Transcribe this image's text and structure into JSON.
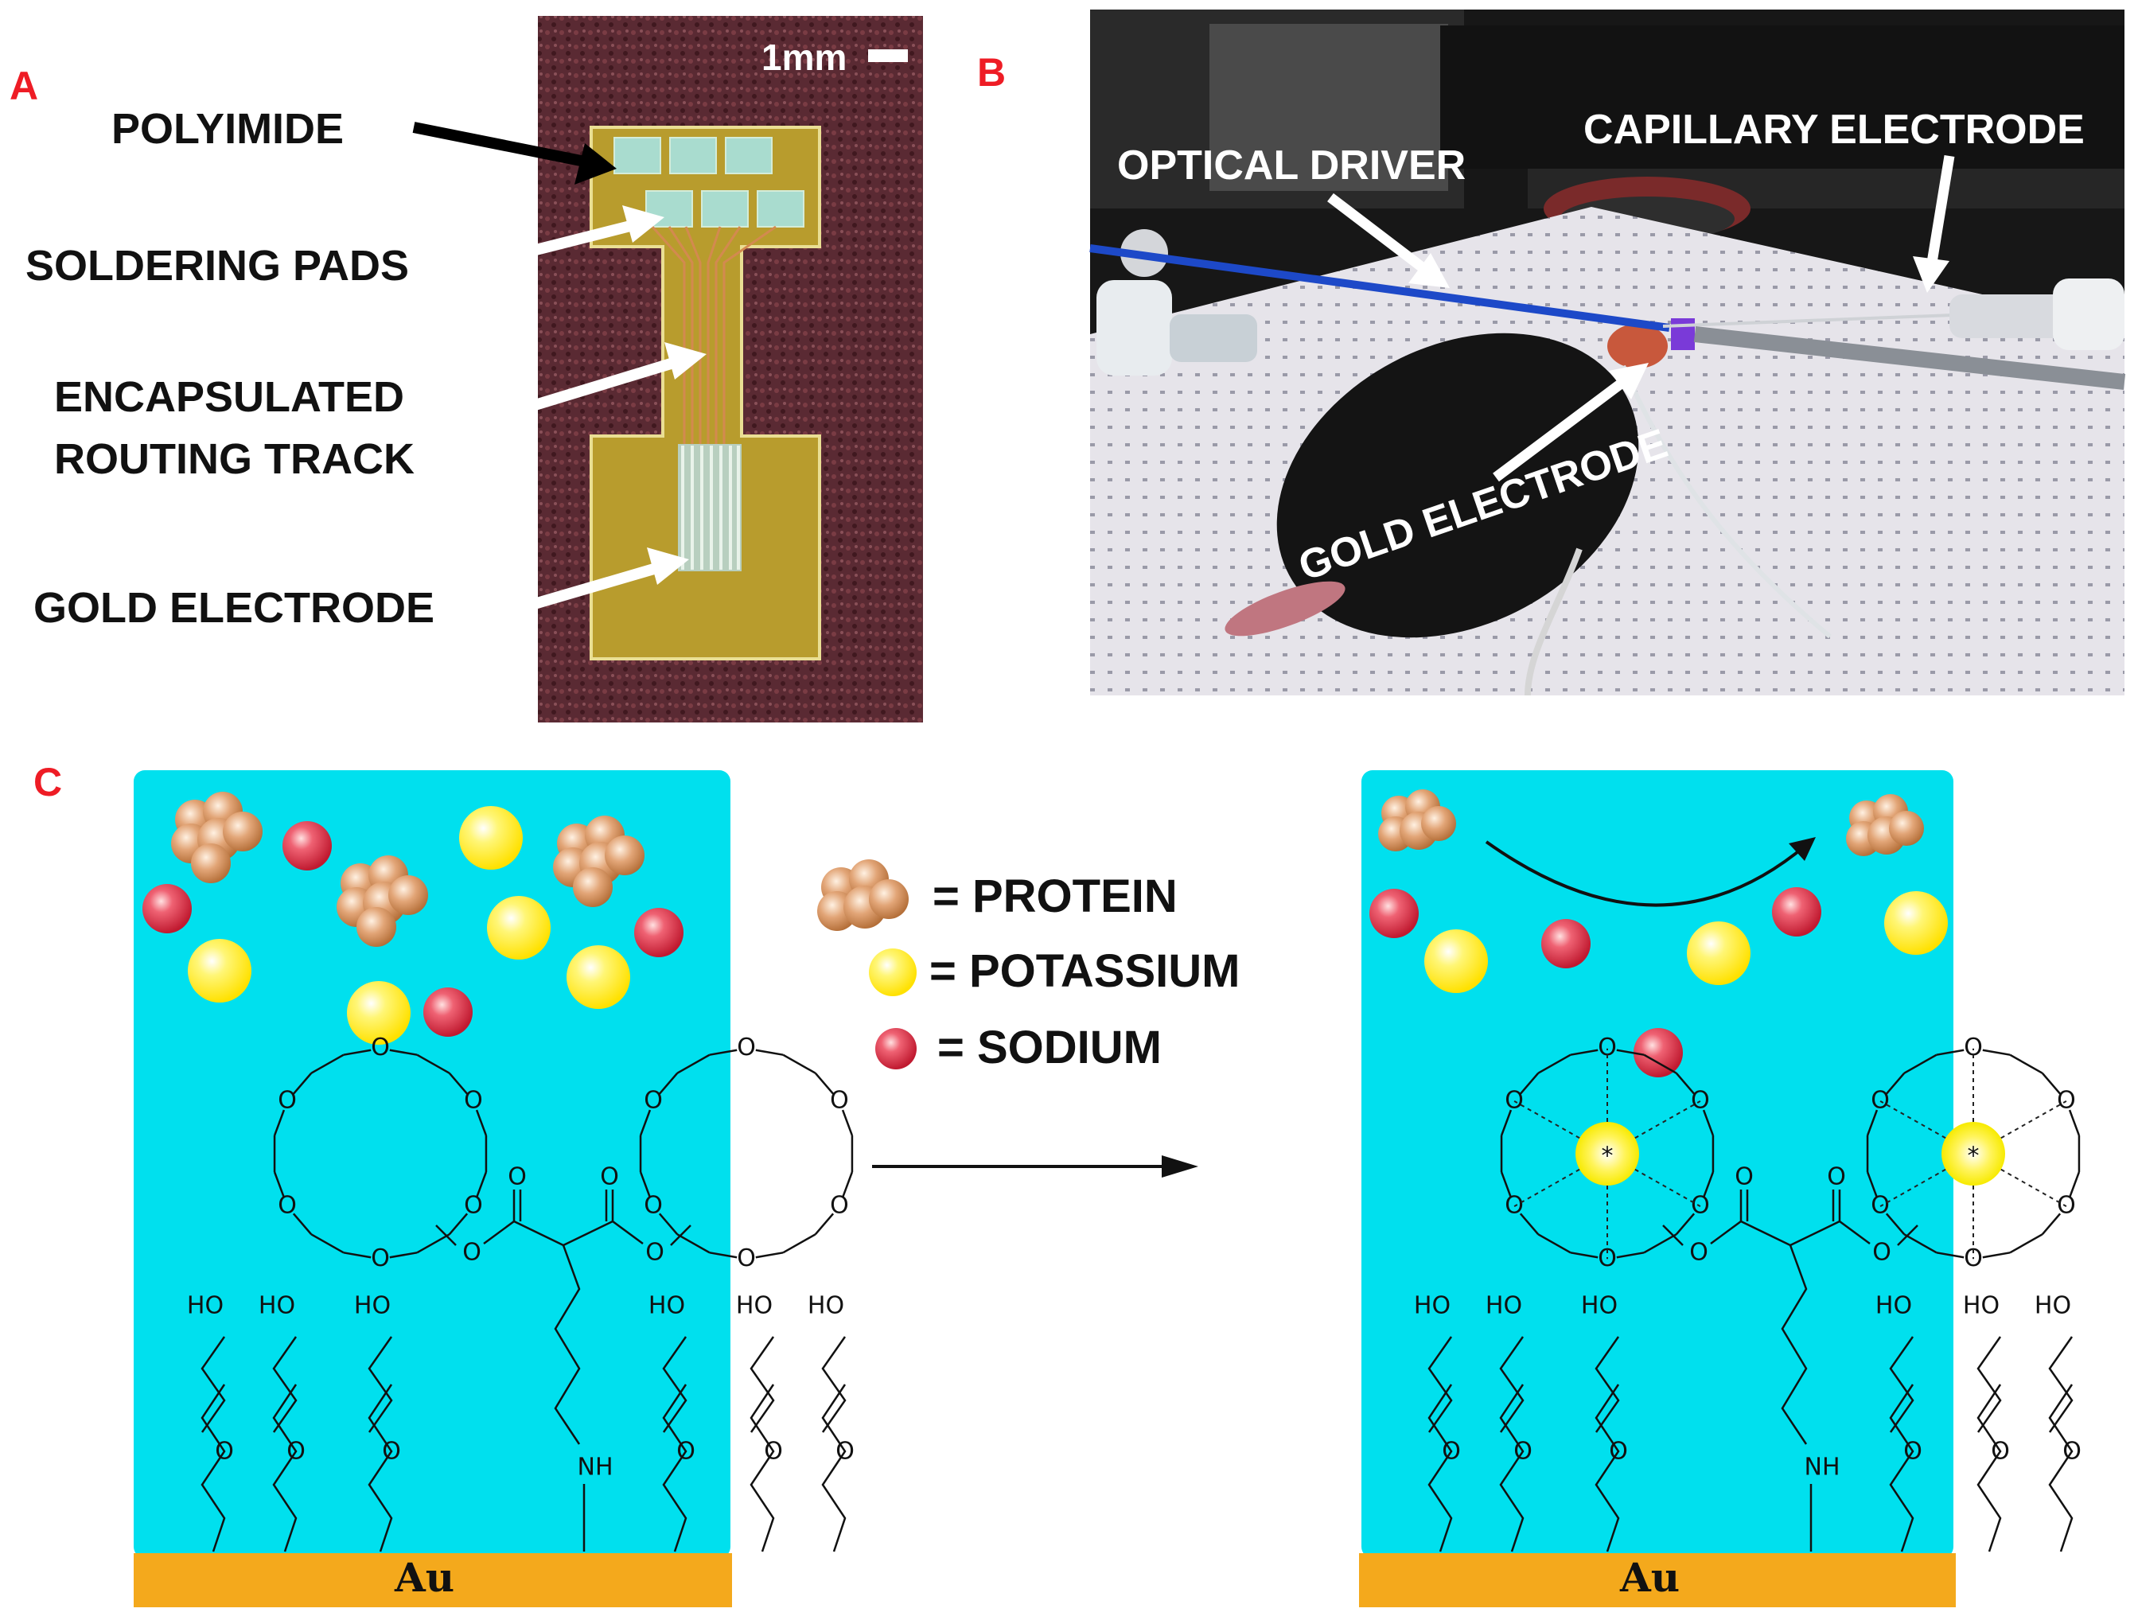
{
  "panels": {
    "A": {
      "letter": "A",
      "scale_bar": "1mm",
      "labels": {
        "polyimide": "POLYIMIDE",
        "soldering_pads": "SOLDERING PADS",
        "routing_line1": "ENCAPSULATED",
        "routing_line2": "ROUTING TRACK",
        "gold_electrode": "GOLD ELECTRODE"
      }
    },
    "B": {
      "letter": "B",
      "labels": {
        "optical_driver": "OPTICAL DRIVER",
        "capillary_electrode": "CAPILLARY ELECTRODE",
        "gold_electrode": "GOLD ELECTRODE"
      }
    },
    "C": {
      "letter": "C",
      "legend": {
        "protein": "= PROTEIN",
        "potassium": "= POTASSIUM",
        "sodium": "= SODIUM"
      },
      "chem": {
        "o": "O",
        "ho": "HO",
        "nh": "NH",
        "star": "*",
        "substrate": "Au"
      }
    }
  },
  "colors": {
    "panel_letter": "#ee1c25",
    "solution": "#00e0ee",
    "gold_substrate": "#f4a91c",
    "polyimide": "#b79a2b",
    "potassium": "#ffee33",
    "sodium": "#e0354a",
    "protein": "#d08752"
  },
  "icons": {
    "protein": "protein-cluster-icon",
    "potassium": "potassium-ion-icon",
    "sodium": "sodium-ion-icon",
    "crown_ether": "crown-ether-icon"
  }
}
